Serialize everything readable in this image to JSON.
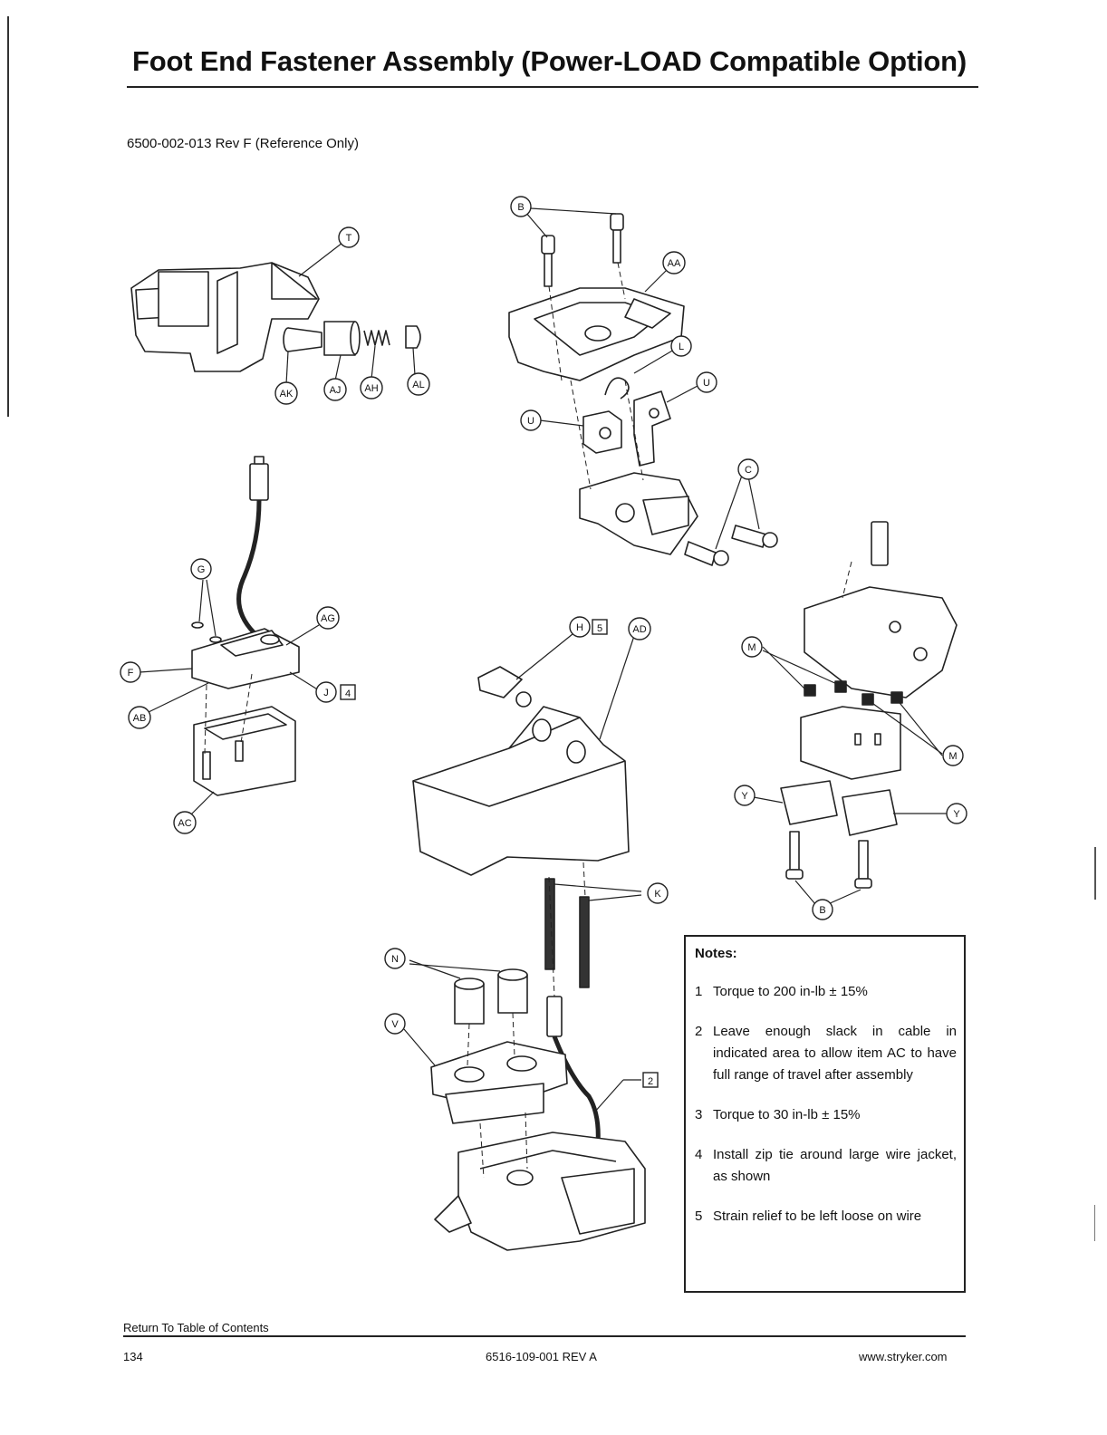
{
  "page": {
    "title": "Foot End Fastener Assembly (Power-LOAD Compatible Option)",
    "doc_reference": "6500-002-013 Rev F (Reference Only)"
  },
  "callouts": {
    "T": "T",
    "AK": "AK",
    "AJ": "AJ",
    "AH": "AH",
    "AL": "AL",
    "B": "B",
    "AA": "AA",
    "L": "L",
    "U": "U",
    "C": "C",
    "G": "G",
    "AG": "AG",
    "F": "F",
    "AB": "AB",
    "J": "J",
    "J_flag": "4",
    "AC": "AC",
    "H": "H",
    "H_flag": "5",
    "AD": "AD",
    "M": "M",
    "Y": "Y",
    "K": "K",
    "N": "N",
    "V": "V",
    "flag2": "2"
  },
  "notes": {
    "title": "Notes:",
    "items": [
      {
        "num": "1",
        "text": "Torque to 200 in-lb ± 15%"
      },
      {
        "num": "2",
        "text": "Leave enough slack in cable in indicated area to allow item AC to have full range of travel after assembly"
      },
      {
        "num": "3",
        "text": "Torque to 30 in-lb ± 15%"
      },
      {
        "num": "4",
        "text": "Install zip tie around large wire jacket, as shown"
      },
      {
        "num": "5",
        "text": "Strain relief to be left loose on wire"
      }
    ]
  },
  "footer": {
    "toc_link": "Return To Table of Contents",
    "page_number": "134",
    "document_number": "6516-109-001 REV A",
    "website": "www.stryker.com"
  }
}
